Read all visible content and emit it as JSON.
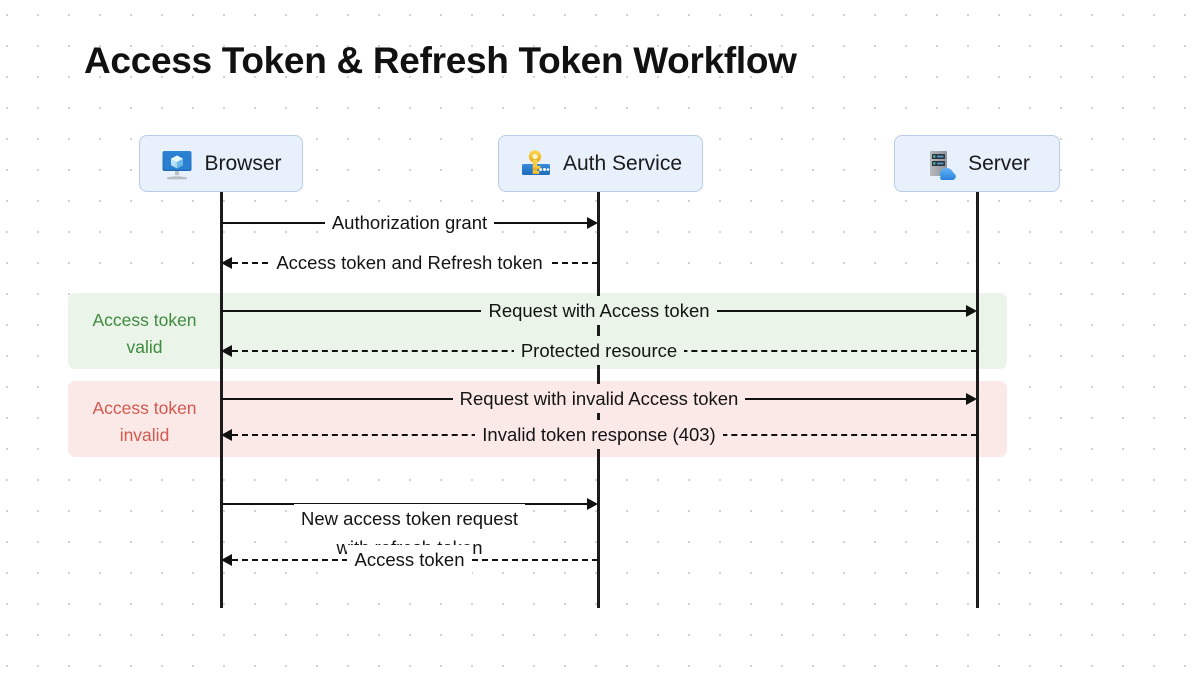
{
  "diagram": {
    "title": "Access Token & Refresh Token Workflow",
    "type": "sequence-diagram",
    "colors": {
      "participant_fill": "#e8f0fb",
      "participant_border": "#b9cbe6",
      "valid_band_fill": "#eaf4e8",
      "valid_band_text": "#3e8a3e",
      "invalid_band_fill": "#fbe9e7",
      "invalid_band_text": "#d3584f",
      "line": "#111111",
      "background": "#ffffff"
    }
  },
  "participants": [
    {
      "id": "browser",
      "label": "Browser",
      "icon": "monitor-cube-icon"
    },
    {
      "id": "auth",
      "label": "Auth Service",
      "icon": "key-password-icon"
    },
    {
      "id": "server",
      "label": "Server",
      "icon": "server-cloud-icon"
    }
  ],
  "blocks": [
    {
      "id": "valid",
      "label": "Access token\nvalid",
      "state": "valid"
    },
    {
      "id": "invalid",
      "label": "Access token\ninvalid",
      "state": "invalid"
    }
  ],
  "messages": [
    {
      "id": "m1",
      "label": "Authorization grant",
      "from": "browser",
      "to": "auth",
      "direction": "right",
      "style": "solid"
    },
    {
      "id": "m2",
      "label": "Access token and Refresh token",
      "from": "auth",
      "to": "browser",
      "direction": "left",
      "style": "dashed"
    },
    {
      "id": "m3",
      "label": "Request with Access token",
      "from": "browser",
      "to": "server",
      "direction": "right",
      "style": "solid"
    },
    {
      "id": "m4",
      "label": "Protected resource",
      "from": "server",
      "to": "browser",
      "direction": "left",
      "style": "dashed"
    },
    {
      "id": "m5",
      "label": "Request with invalid Access token",
      "from": "browser",
      "to": "server",
      "direction": "right",
      "style": "solid"
    },
    {
      "id": "m6",
      "label": "Invalid token response (403)",
      "from": "server",
      "to": "browser",
      "direction": "left",
      "style": "dashed"
    },
    {
      "id": "m7",
      "label": "New access token request\nwith refresh token",
      "from": "browser",
      "to": "auth",
      "direction": "right",
      "style": "solid"
    },
    {
      "id": "m8",
      "label": "Access token",
      "from": "auth",
      "to": "browser",
      "direction": "left",
      "style": "dashed"
    }
  ]
}
